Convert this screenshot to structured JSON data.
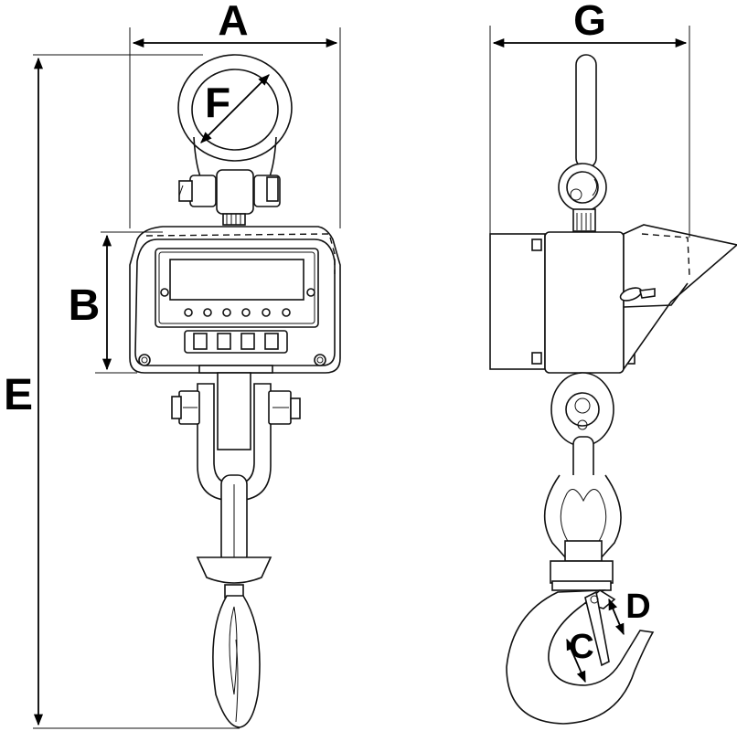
{
  "labels": {
    "A": "A",
    "B": "B",
    "C": "C",
    "D": "D",
    "E": "E",
    "F": "F",
    "G": "G"
  },
  "colors": {
    "line": "#111111",
    "background": "#ffffff"
  }
}
